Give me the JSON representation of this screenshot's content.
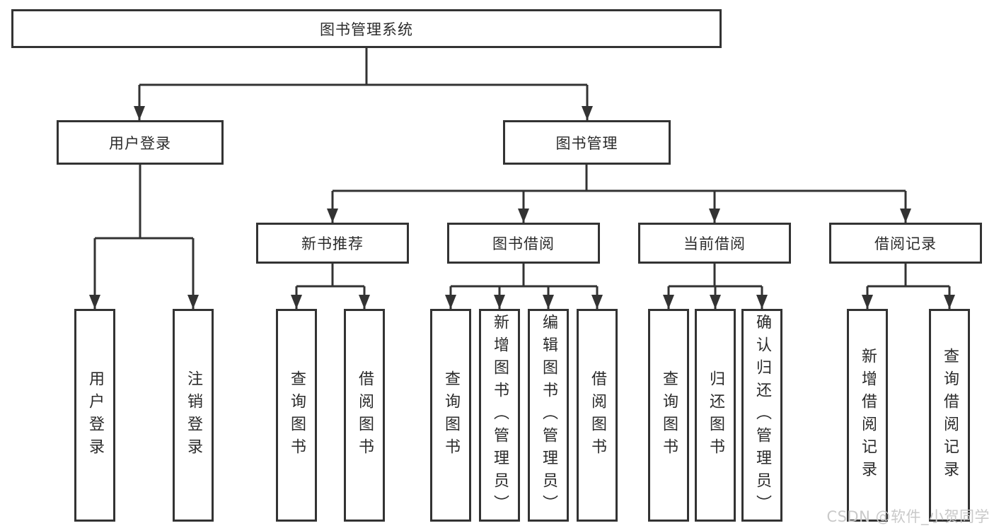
{
  "diagram": {
    "root": "图书管理系统",
    "branches": [
      {
        "label": "用户登录",
        "children": [
          "用户登录",
          "注销登录"
        ]
      },
      {
        "label": "图书管理",
        "sections": [
          {
            "label": "新书推荐",
            "children": [
              "查询图书",
              "借阅图书"
            ]
          },
          {
            "label": "图书借阅",
            "children": [
              "查询图书",
              "新增图书（管理员）",
              "编辑图书（管理员）",
              "借阅图书"
            ]
          },
          {
            "label": "当前借阅",
            "children": [
              "查询图书",
              "归还图书",
              "确认归还（管理员）"
            ]
          },
          {
            "label": "借阅记录",
            "children": [
              "新增借阅记录",
              "查询借阅记录"
            ]
          }
        ]
      }
    ]
  },
  "watermark": "CSDN @软件_小贺同学",
  "colors": {
    "line": "#333333",
    "text": "#2b2b2b",
    "watermark": "#c9c9c9",
    "background": "#ffffff"
  }
}
